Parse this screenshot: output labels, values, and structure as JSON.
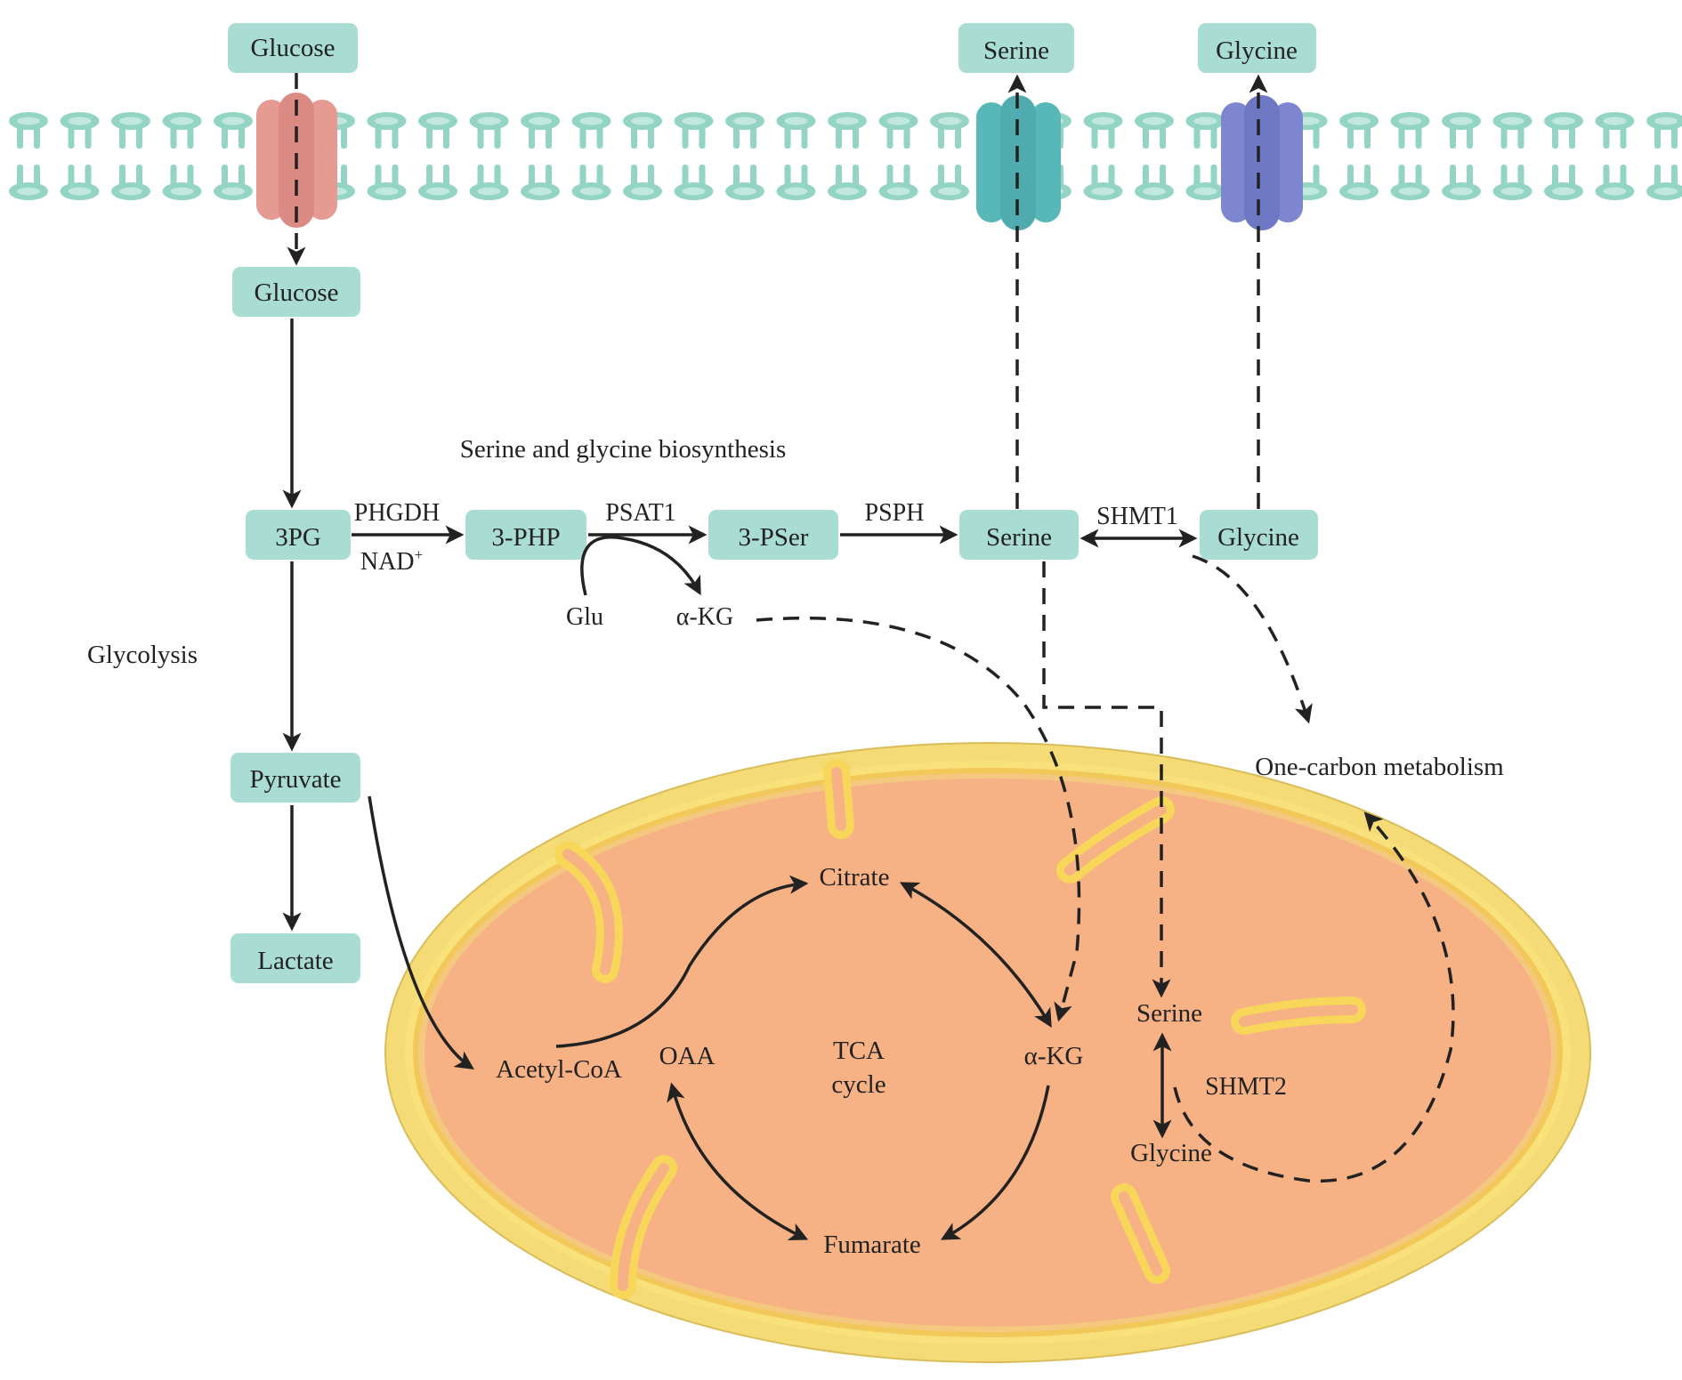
{
  "colors": {
    "box_fill": "#a9dcd2",
    "membrane": "#93d4c5",
    "membrane_head": "#c0e8dc",
    "glucose_transporter": "#e59a92",
    "serine_transporter": "#58b7b7",
    "glycine_transporter": "#7d86cf",
    "mito_outer": "#f6d664",
    "mito_matrix": "#f5b084",
    "crista_fill": "#f9c95a",
    "text": "#222222"
  },
  "extracellular": {
    "glucose": "Glucose",
    "serine": "Serine",
    "glycine": "Glycine"
  },
  "cytosol": {
    "glucose": "Glucose",
    "pg3": "3PG",
    "php3": "3-PHP",
    "pser3": "3-PSer",
    "serine": "Serine",
    "glycine": "Glycine",
    "pyruvate": "Pyruvate",
    "lactate": "Lactate"
  },
  "enzymes": {
    "phgdh": "PHGDH",
    "nad": "NAD",
    "nad_sup": "+",
    "psat1": "PSAT1",
    "psph": "PSPH",
    "shmt1": "SHMT1",
    "shmt2": "SHMT2"
  },
  "cofactors": {
    "glu": "Glu",
    "akg": "α-KG"
  },
  "labels": {
    "biosynthesis": "Serine and glycine biosynthesis",
    "glycolysis": "Glycolysis",
    "one_carbon": "One-carbon metabolism"
  },
  "mitochondrion": {
    "citrate": "Citrate",
    "akg": "α-KG",
    "fumarate": "Fumarate",
    "oaa": "OAA",
    "acetyl_coa": "Acetyl-CoA",
    "tca_line1": "TCA",
    "tca_line2": "cycle",
    "serine": "Serine",
    "glycine": "Glycine"
  }
}
